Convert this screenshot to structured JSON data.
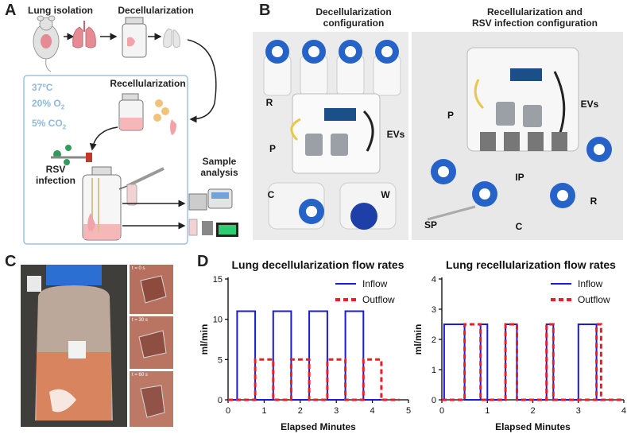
{
  "panels": {
    "a": {
      "letter": "A",
      "steps": {
        "lung_isolation": "Lung isolation",
        "decellularization": "Decellularization",
        "recellularization": "Recellularization",
        "rsv_infection_1": "RSV",
        "rsv_infection_2": "infection",
        "sample_analysis_1": "Sample",
        "sample_analysis_2": "analysis"
      },
      "conditions": {
        "temp": "37ºC",
        "o2": "20% O",
        "o2_sub": "2",
        "co2": "5% CO",
        "co2_sub": "2"
      },
      "colors": {
        "box_border": "#9ec3e0",
        "conditions_text": "#8fb9dc",
        "tissue": "#f0a3a8",
        "media": "#f5b7b7"
      }
    },
    "b": {
      "letter": "B",
      "left_title_1": "Decellularization",
      "left_title_2": "configuration",
      "right_title_1": "Recellularization and",
      "right_title_2": "RSV infection configuration",
      "left_labels": {
        "r": "R",
        "p": "P",
        "c": "C",
        "w": "W",
        "evs": "EVs"
      },
      "right_labels": {
        "p": "P",
        "evs": "EVs",
        "ip": "IP",
        "r": "R",
        "sp": "SP",
        "c": "C"
      }
    },
    "c": {
      "letter": "C",
      "frame_labels": [
        "t = 0 s",
        "t = 30 s",
        "t = 60 s"
      ]
    },
    "d": {
      "letter": "D"
    }
  },
  "chart_data": [
    {
      "type": "line",
      "title": "Lung decellularization flow rates",
      "xlabel": "Elapsed Minutes",
      "ylabel": "ml/min",
      "xlim": [
        0,
        5
      ],
      "ylim": [
        0,
        15
      ],
      "xticks": [
        "0",
        "1",
        "2",
        "3",
        "4",
        "5"
      ],
      "yticks": [
        "0",
        "5",
        "10",
        "15"
      ],
      "legend_position": "top-right",
      "series": [
        {
          "name": "Inflow",
          "color": "#1a1adb",
          "style": "solid",
          "x": [
            0,
            0.25,
            0.25,
            0.75,
            0.75,
            1.25,
            1.25,
            1.75,
            1.75,
            2.25,
            2.25,
            2.75,
            2.75,
            3.25,
            3.25,
            3.75,
            3.75,
            4.25
          ],
          "y": [
            0,
            0,
            11,
            11,
            0,
            0,
            11,
            11,
            0,
            0,
            11,
            11,
            0,
            0,
            11,
            11,
            0,
            0
          ]
        },
        {
          "name": "Outflow",
          "color": "#ee1c24",
          "style": "dashed",
          "x": [
            0,
            0.75,
            0.75,
            1.25,
            1.25,
            1.75,
            1.75,
            2.25,
            2.25,
            2.75,
            2.75,
            3.25,
            3.25,
            3.75,
            3.75,
            4.25,
            4.25,
            4.75
          ],
          "y": [
            0,
            0,
            5,
            5,
            0,
            0,
            5,
            5,
            0,
            0,
            5,
            5,
            0,
            0,
            5,
            5,
            0,
            0
          ]
        }
      ]
    },
    {
      "type": "line",
      "title": "Lung recellularization flow rates",
      "xlabel": "Elapsed Minutes",
      "ylabel": "ml/min",
      "xlim": [
        0,
        4
      ],
      "ylim": [
        0,
        4
      ],
      "xticks": [
        "0",
        "1",
        "2",
        "3",
        "4"
      ],
      "yticks": [
        "0",
        "1",
        "2",
        "3",
        "4"
      ],
      "legend_position": "top-right",
      "series": [
        {
          "name": "Inflow",
          "color": "#1a1adb",
          "style": "solid",
          "x": [
            0,
            0.05,
            0.05,
            0.5,
            0.5,
            0.85,
            0.85,
            1.0,
            1.0,
            1.4,
            1.4,
            1.65,
            1.65,
            2.3,
            2.3,
            2.45,
            2.45,
            3.0,
            3.0,
            3.4,
            3.4,
            3.6
          ],
          "y": [
            0,
            0,
            2.5,
            2.5,
            0,
            0,
            2.5,
            2.5,
            0,
            0,
            2.5,
            2.5,
            0,
            0,
            2.5,
            2.5,
            0,
            0,
            2.5,
            2.5,
            0,
            0
          ]
        },
        {
          "name": "Outflow",
          "color": "#ee1c24",
          "style": "dashed",
          "x": [
            0,
            0.5,
            0.5,
            0.85,
            0.85,
            1.4,
            1.4,
            1.65,
            1.65,
            2.3,
            2.3,
            2.45,
            2.45,
            3.4,
            3.4,
            3.5,
            3.5,
            4.0
          ],
          "y": [
            0,
            0,
            2.5,
            2.5,
            0,
            0,
            2.5,
            2.5,
            0,
            0,
            2.5,
            2.5,
            0,
            0,
            2.5,
            2.5,
            0,
            0
          ]
        }
      ]
    }
  ]
}
